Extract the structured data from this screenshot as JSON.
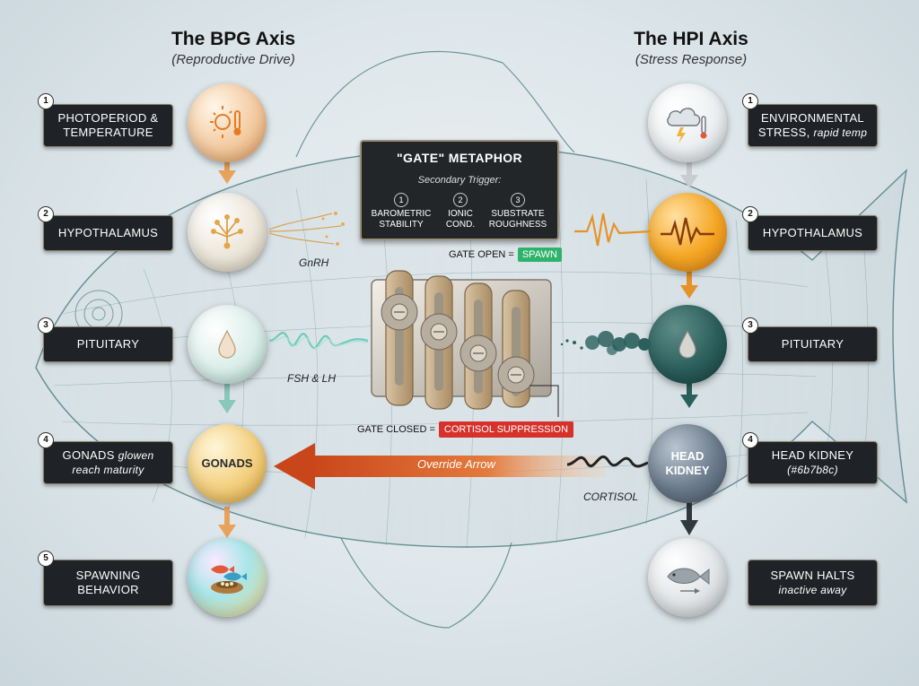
{
  "bpg": {
    "title": "The BPG Axis",
    "subtitle": "(Reproductive Drive)",
    "steps": [
      {
        "num": "1",
        "label_main": "Photoperiod &",
        "label_sub": "Temperature"
      },
      {
        "num": "2",
        "label_main": "Hypothalamus"
      },
      {
        "num": "3",
        "label_main": "Pituitary"
      },
      {
        "num": "4",
        "label_main": "Gonads",
        "label_em": "glowen",
        "label_line2": "reach maturity"
      },
      {
        "num": "5",
        "label_main": "Spawning",
        "label_sub": "Behavior"
      }
    ],
    "orb_gonads_text": "Gonads",
    "hormone_gnrh": "GnRH",
    "hormone_fsh": "FSH & LH"
  },
  "hpi": {
    "title": "The HPI Axis",
    "subtitle": "(Stress Response)",
    "steps": [
      {
        "num": "1",
        "label_main": "Environmental",
        "label_sub": "Stress,",
        "label_em": "rapid temp"
      },
      {
        "num": "2",
        "label_main": "Hypothalamus"
      },
      {
        "num": "3",
        "label_main": "Pituitary"
      },
      {
        "num": "4",
        "label_main": "Head Kidney",
        "label_line2": "(#6b7b8c)"
      },
      {
        "label_main": "Spawn Halts",
        "label_line2": "inactive away"
      }
    ],
    "orb_kidney_line1": "Head",
    "orb_kidney_line2": "Kidney",
    "hormone_cortisol": "CORTISOL"
  },
  "gate": {
    "title": "\"GATE\" METAPHOR",
    "subtitle": "Secondary Trigger:",
    "triggers": [
      {
        "num": "1",
        "line1": "Barometric",
        "line2": "Stability"
      },
      {
        "num": "2",
        "line1": "Ionic",
        "line2": "Cond."
      },
      {
        "num": "3",
        "line1": "Substrate",
        "line2": "Roughness"
      }
    ],
    "open_label": "GATE OPEN =",
    "open_value": "SPAWN",
    "closed_label": "GATE CLOSED =",
    "closed_value": "CORTISOL SUPPRESSION"
  },
  "override_label": "Override Arrow",
  "colors": {
    "bpg_arrow": "#e8a35a",
    "hpi_arrow": "#2f3a3d",
    "override_arrow": "#d2581e",
    "box_bg": "#1f2226",
    "gate_green": "#2fb36c",
    "gate_red": "#d6312b"
  }
}
